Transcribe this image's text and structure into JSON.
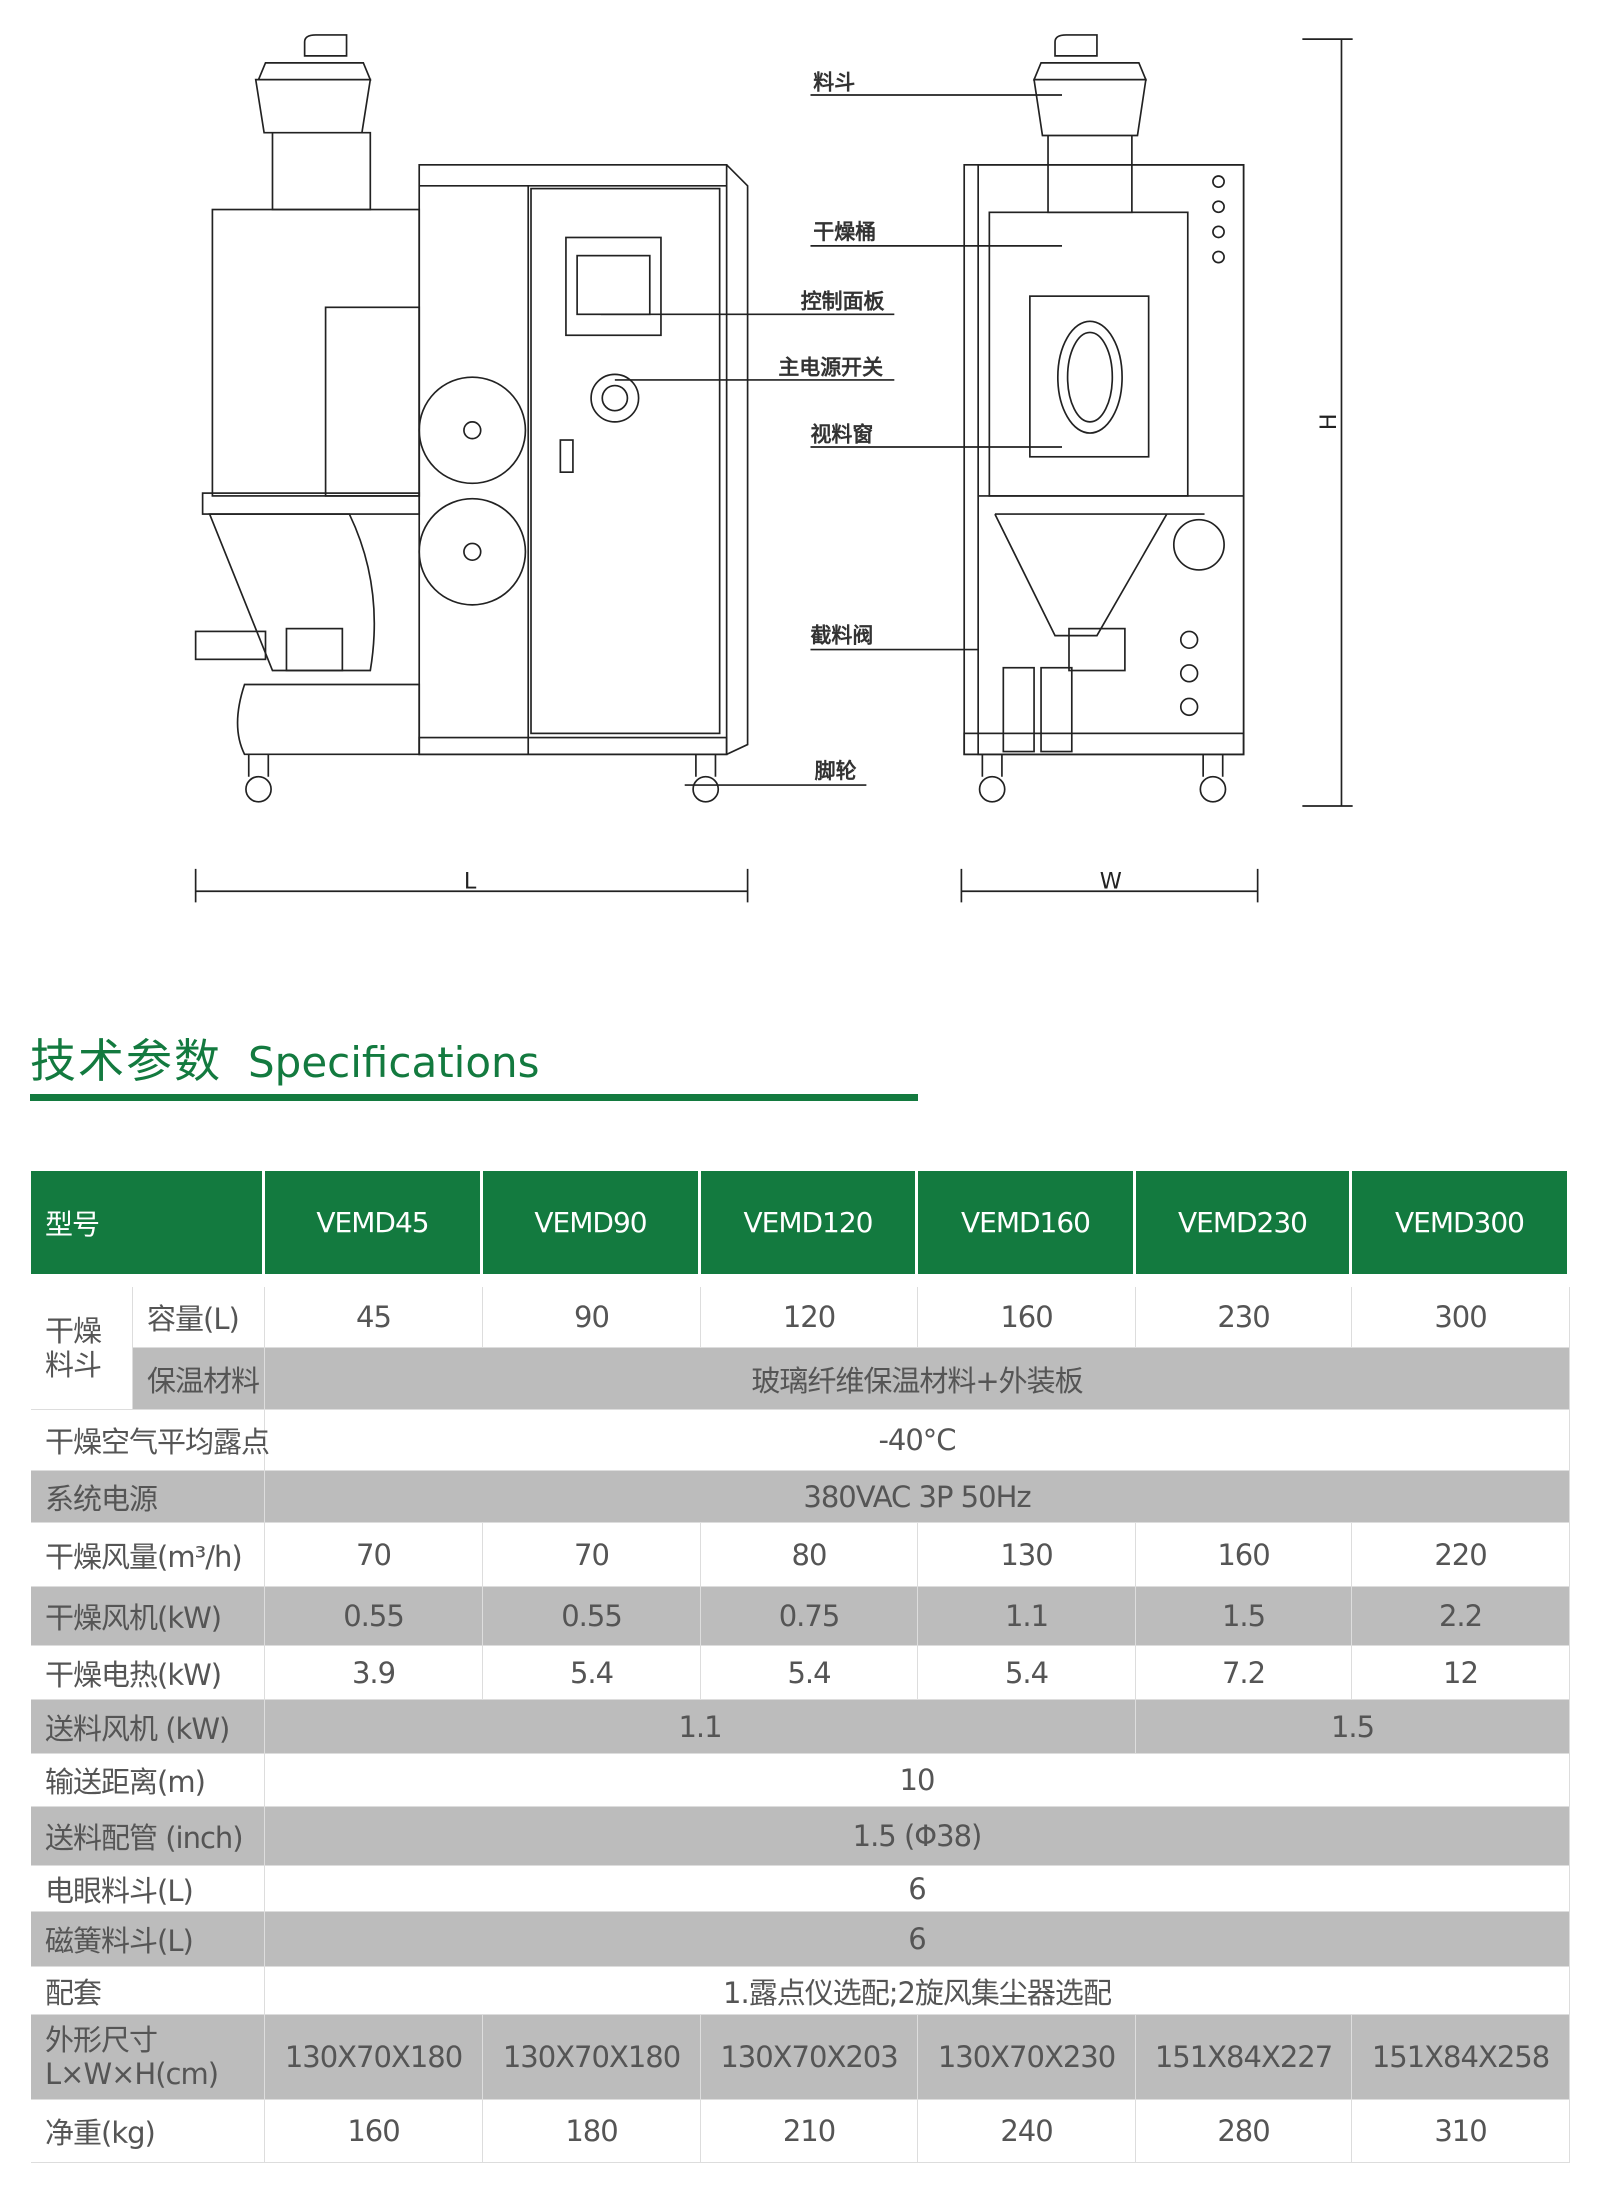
{
  "diagram": {
    "labels": {
      "hopper": "料斗",
      "drying_barrel": "干燥桶",
      "control_panel": "控制面板",
      "main_switch": "主电源开关",
      "sight_window": "视料窗",
      "shutoff_valve": "截料阀",
      "casters": "脚轮"
    },
    "dimensions": {
      "length": "L",
      "width": "W",
      "height": "H"
    }
  },
  "section": {
    "title_cn": "技术参数",
    "title_en": "Specifications"
  },
  "table": {
    "colors": {
      "header": "#137a3f",
      "shaded_row": "#bcbcbc"
    },
    "header": {
      "label": "型号",
      "models": [
        "VEMD45",
        "VEMD90",
        "VEMD120",
        "VEMD160",
        "VEMD230",
        "VEMD300"
      ]
    },
    "group_label": "干燥料斗",
    "rows": {
      "capacity": {
        "label": "容量(L)",
        "values": [
          "45",
          "90",
          "120",
          "160",
          "230",
          "300"
        ]
      },
      "insulation": {
        "label": "保温材料",
        "value": "玻璃纤维保温材料+外装板"
      },
      "dew_point": {
        "label": "干燥空气平均露点",
        "value": "-40°C"
      },
      "power": {
        "label": "系统电源",
        "value": "380VAC 3P 50Hz"
      },
      "air_volume": {
        "label": "干燥风量(m³/h)",
        "values": [
          "70",
          "70",
          "80",
          "130",
          "160",
          "220"
        ]
      },
      "blower": {
        "label": "干燥风机(kW)",
        "values": [
          "0.55",
          "0.55",
          "0.75",
          "1.1",
          "1.5",
          "2.2"
        ]
      },
      "heater": {
        "label": "干燥电热(kW)",
        "values": [
          "3.9",
          "5.4",
          "5.4",
          "5.4",
          "7.2",
          "12"
        ]
      },
      "conveying_blower": {
        "label": "送料风机 (kW)",
        "values": [
          "1.1",
          "1.5"
        ]
      },
      "conveying_distance": {
        "label": "输送距离(m)",
        "value": "10"
      },
      "conveying_pipe": {
        "label": "送料配管 (inch)",
        "value": "1.5 (Φ38)"
      },
      "eye_hopper": {
        "label": "电眼料斗(L)",
        "value": "6"
      },
      "reed_hopper": {
        "label": "磁簧料斗(L)",
        "value": "6"
      },
      "accessories": {
        "label": "配套",
        "value": "1.露点仪选配;2旋风集尘器选配"
      },
      "dimensions": {
        "label": "外形尺寸",
        "label2": "L×W×H(cm)",
        "values": [
          "130X70X180",
          "130X70X180",
          "130X70X203",
          "130X70X230",
          "151X84X227",
          "151X84X258"
        ]
      },
      "weight": {
        "label": "净重(kg)",
        "values": [
          "160",
          "180",
          "210",
          "240",
          "280",
          "310"
        ]
      }
    }
  }
}
